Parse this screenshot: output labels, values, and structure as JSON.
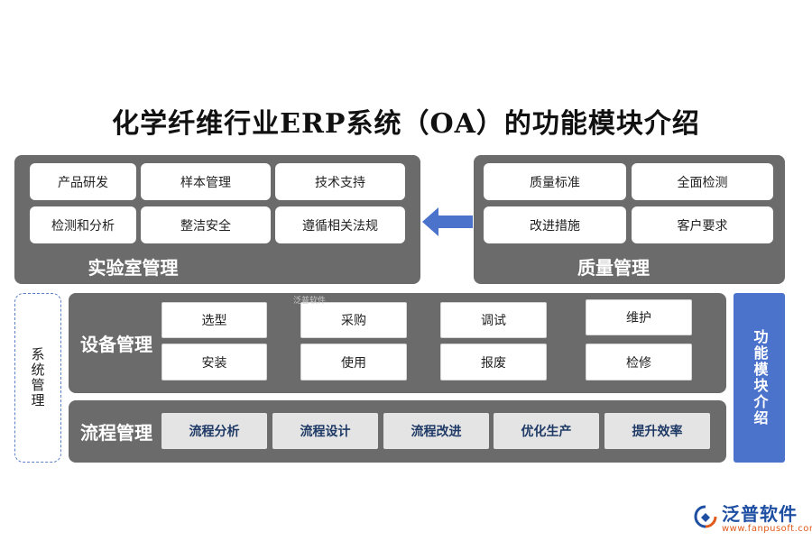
{
  "title": "化学纤维行业ERP系统（OA）的功能模块介绍",
  "lab": {
    "label": "实验室管理",
    "items": [
      "产品研发",
      "样本管理",
      "技术支持",
      "检测和分析",
      "整洁安全",
      "遵循相关法规"
    ]
  },
  "quality": {
    "label": "质量管理",
    "items": [
      "质量标准",
      "全面检测",
      "改进措施",
      "客户要求"
    ]
  },
  "system": {
    "label": "系统管理"
  },
  "equipment": {
    "label": "设备管理",
    "items": [
      "选型",
      "采购",
      "调试",
      "维护",
      "安装",
      "使用",
      "报废",
      "检修"
    ]
  },
  "process": {
    "label": "流程管理",
    "items": [
      "流程分析",
      "流程设计",
      "流程改进",
      "优化生产",
      "提升效率"
    ]
  },
  "function": {
    "label": "功能模块介绍"
  },
  "watermark": "泛普软件",
  "logo": {
    "name": "泛普软件",
    "url": "www.fanpusoft.com"
  },
  "colors": {
    "panel": "#6b6b6b",
    "accent": "#4b73cc",
    "process_text": "#1f3a66",
    "logo_blue": "#1f4fa3",
    "logo_orange": "#e05a1a"
  }
}
